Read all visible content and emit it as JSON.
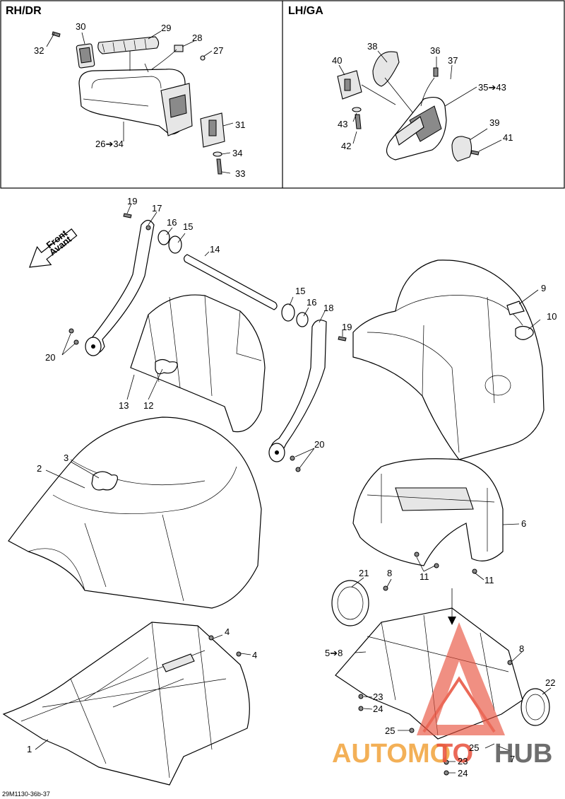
{
  "panels": {
    "right": {
      "title": "RH/DR"
    },
    "left": {
      "title": "LH/GA"
    }
  },
  "front_arrow": {
    "line1": "Front",
    "line2": "Avant"
  },
  "callouts": {
    "c32": "32",
    "c30": "30",
    "c29": "29",
    "c28": "28",
    "c27": "27",
    "c26_34": "26➔34",
    "c31": "31",
    "c34": "34",
    "c33": "33",
    "c38": "38",
    "c40": "40",
    "c36": "36",
    "c37": "37",
    "c35_43": "35➔43",
    "c43": "43",
    "c42": "42",
    "c39": "39",
    "c41": "41",
    "c19a": "19",
    "c17": "17",
    "c16a": "16",
    "c15a": "15",
    "c14": "14",
    "c20a": "20",
    "c13": "13",
    "c12": "12",
    "c15b": "15",
    "c16b": "16",
    "c18": "18",
    "c19b": "19",
    "c20b": "20",
    "c9": "9",
    "c10": "10",
    "c2": "2",
    "c3": "3",
    "c6": "6",
    "c11a": "11",
    "c11b": "11",
    "c21": "21",
    "c8a": "8",
    "c5_8": "5➔8",
    "c8b": "8",
    "c22": "22",
    "c23a": "23",
    "c24a": "24",
    "c25a": "25",
    "c25b": "25",
    "c7": "7",
    "c23b": "23",
    "c24b": "24",
    "c4a": "4",
    "c4b": "4",
    "c1": "1"
  },
  "reference": "29M1130-36b-37",
  "watermark": {
    "part1": "AUTOMO",
    "part2": "TO",
    "part3": "HUB"
  },
  "colors": {
    "watermark_red": "#e8503c",
    "watermark_orange": "#f2a33a",
    "watermark_gray": "#555555"
  }
}
